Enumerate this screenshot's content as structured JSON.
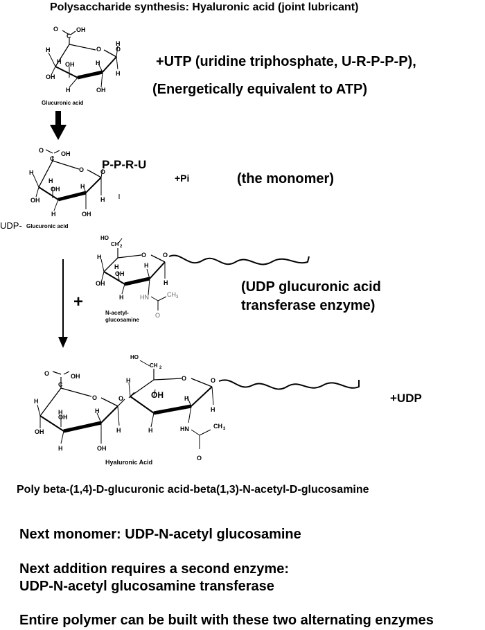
{
  "title": "Polysaccharide synthesis:  Hyaluronic acid (joint lubricant)",
  "step1": {
    "utp_line": "+UTP (uridine triphosphate, U-R-P-P-P),",
    "atp_line": "(Energetically equivalent to ATP)",
    "molecule_label": "Glucuronic acid"
  },
  "step2": {
    "pprU": "P-P-R-U",
    "pi": "+Pi",
    "monomer_note": "(the monomer)",
    "udp_prefix": "UDP-",
    "molecule_label": "Glucuronic acid"
  },
  "step3": {
    "plus": "+",
    "molecule_label_1": "N-acetyl-",
    "molecule_label_2": "glucosamine",
    "enzyme_line1": "(UDP glucuronic acid",
    "enzyme_line2": "transferase enzyme)"
  },
  "product": {
    "udp": "+UDP",
    "molecule_label": "Hyaluronic Acid",
    "oh_label": "OH"
  },
  "atoms": {
    "H": "H",
    "OH": "OH",
    "O": "O",
    "C": "C",
    "HO": "HO",
    "HO_CH2": "HO",
    "CH2": "CH",
    "sub2": "2",
    "CH3": "CH",
    "sub3": "3",
    "HN": "HN"
  },
  "footer": {
    "polymer_name": "Poly beta-(1,4)-D-glucuronic acid-beta(1,3)-N-acetyl-D-glucosamine",
    "next_monomer": "Next monomer:   UDP-N-acetyl glucosamine",
    "next_addition_1": "Next addition requires a second enzyme:",
    "next_addition_2": "UDP-N-acetyl glucosamine transferase",
    "entire_polymer": "Entire polymer can be built with these two alternating enzymes"
  }
}
